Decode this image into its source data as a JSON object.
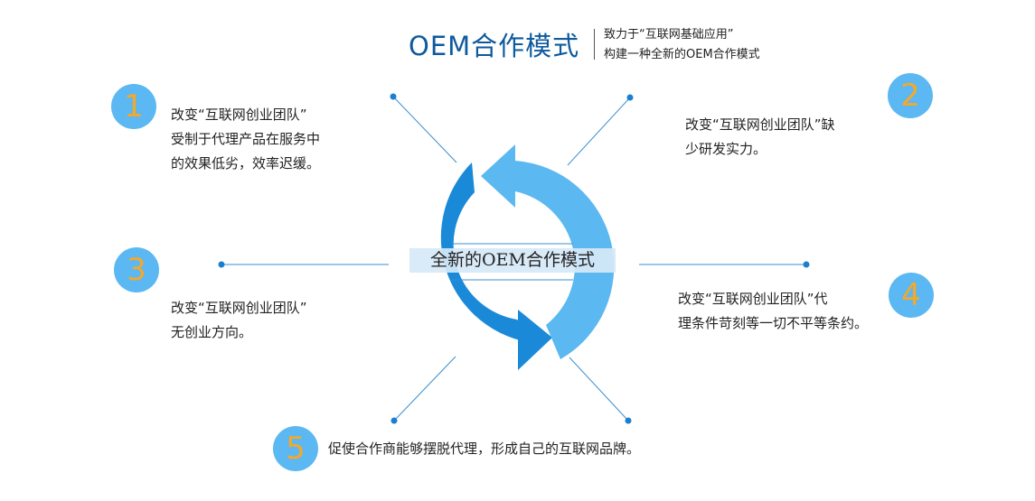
{
  "header": {
    "title": "OEM合作模式",
    "subtitle_line1": "致力于“互联网基础应用”",
    "subtitle_line2": "构建一种全新的OEM合作模式"
  },
  "center": {
    "label": "全新的OEM合作模式"
  },
  "items": [
    {
      "number": "1",
      "lines": [
        "改变“互联网创业团队”",
        "受制于代理产品在服务中",
        "的效果低劣，效率迟缓。"
      ]
    },
    {
      "number": "2",
      "lines": [
        "改变“互联网创业团队”缺",
        "少研发实力。"
      ]
    },
    {
      "number": "3",
      "lines": [
        "改变“互联网创业团队”",
        "无创业方向。"
      ]
    },
    {
      "number": "4",
      "lines": [
        "改变“互联网创业团队”代",
        "理条件苛刻等一切不平等条约。"
      ]
    },
    {
      "number": "5",
      "lines": [
        "促使合作商能够摆脱代理，形成自己的互联网品牌。"
      ]
    }
  ],
  "colors": {
    "badge_fill": "#5bb8f2",
    "badge_number": "#f5a82a",
    "ring_dark": "#1a8ad8",
    "ring_light": "#5cb8f0",
    "connector": "#3a8fd0",
    "title": "#0e5a9e"
  }
}
